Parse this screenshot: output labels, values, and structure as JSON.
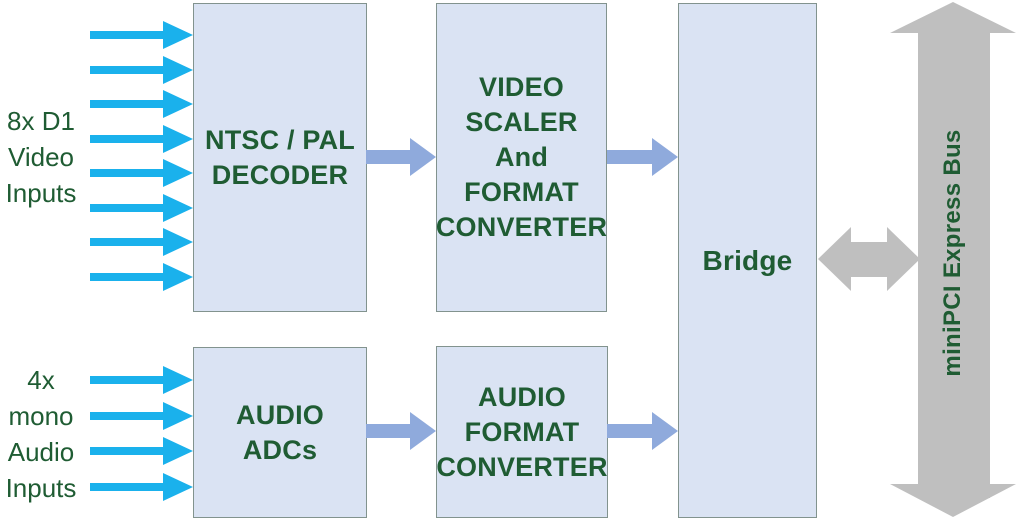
{
  "diagram": {
    "colors": {
      "block_fill": "#dae3f3",
      "block_border": "#82938e",
      "text_green": "#1f5c33",
      "input_arrow": "#1ab1ec",
      "flow_arrow": "#8faadc",
      "bus_arrow": "#bfbfbf",
      "background": "#ffffff"
    },
    "labels": {
      "video_inputs": "8x D1\nVideo\nInputs",
      "audio_inputs": "4x\nmono\nAudio\nInputs",
      "bus": "miniPCI Express Bus"
    },
    "inputs": {
      "video_count": 8,
      "audio_count": 4
    },
    "blocks": {
      "ntsc_decoder": "NTSC / PAL\nDECODER",
      "video_scaler": "VIDEO\nSCALER\nAnd\nFORMAT\nCONVERTER",
      "audio_adc": "AUDIO\nADCs",
      "audio_format": "AUDIO\nFORMAT\nCONVERTER",
      "bridge": "Bridge"
    }
  }
}
